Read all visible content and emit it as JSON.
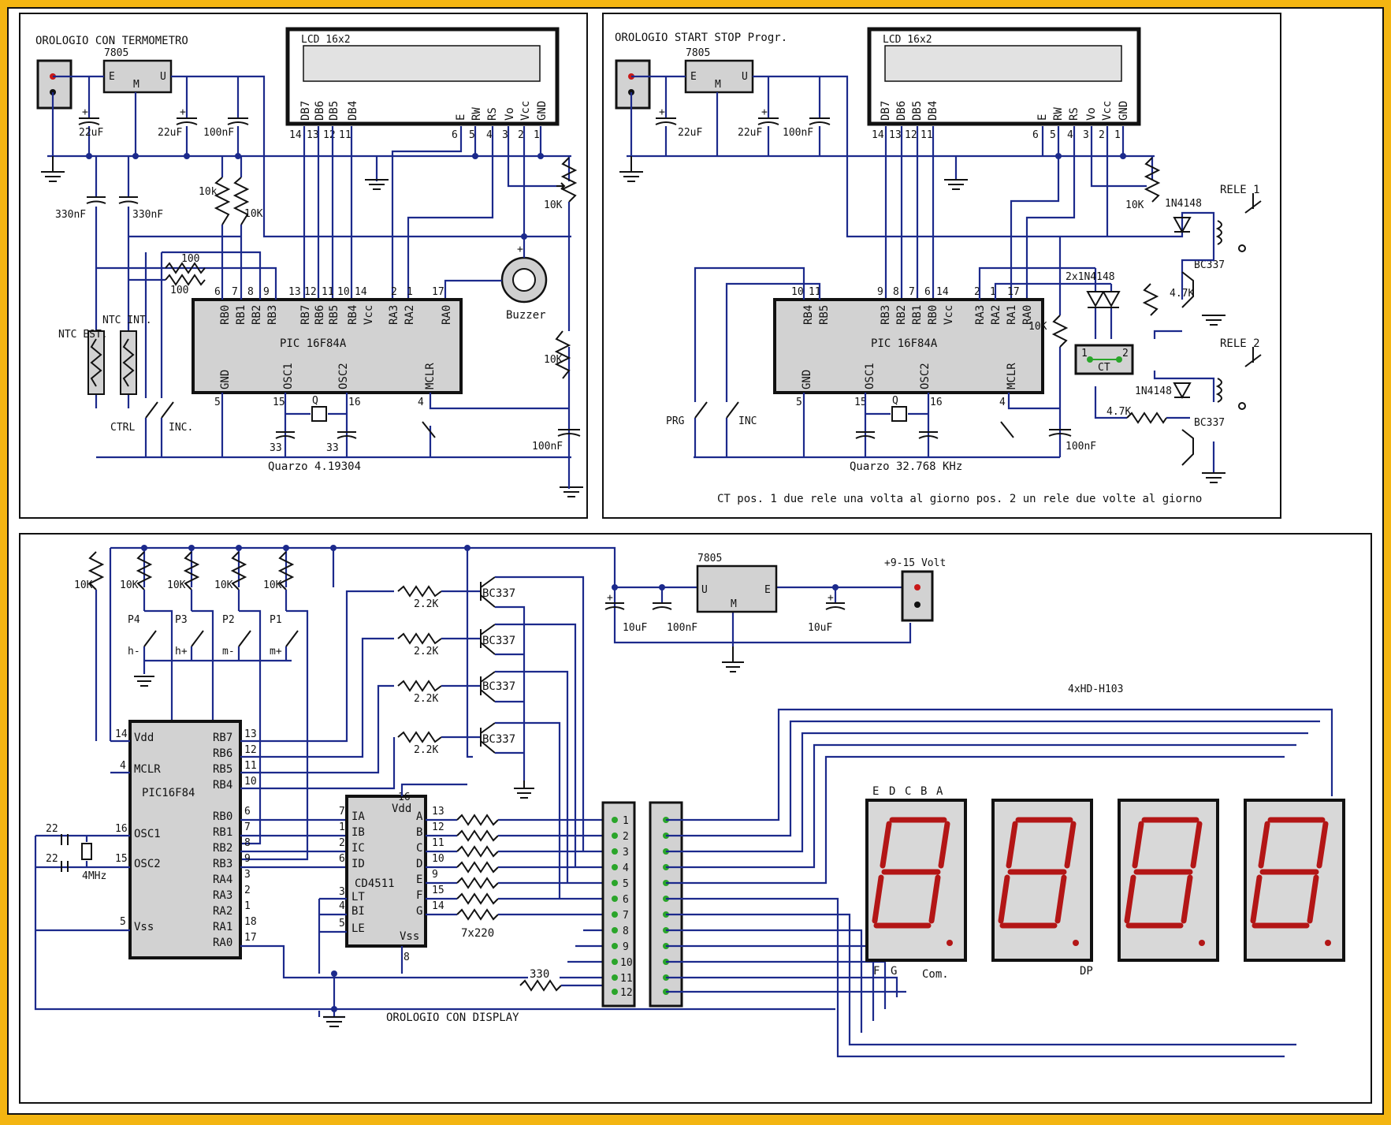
{
  "panels": {
    "thermometer": {
      "title": "OROLOGIO CON TERMOMETRO",
      "regulator": "7805",
      "lcd": "LCD 16x2",
      "lcd_pins": [
        "DB7",
        "DB6",
        "DB5",
        "DB4",
        "E",
        "RW",
        "RS",
        "Vo",
        "Vcc",
        "GND"
      ],
      "lcd_pin_numbers": [
        "14",
        "13",
        "12",
        "11",
        "6",
        "5",
        "4",
        "3",
        "2",
        "1"
      ],
      "pic": "PIC 16F84A",
      "pic_top_pins": [
        "RB0",
        "RB1",
        "RB2",
        "RB3",
        "RB7",
        "RB6",
        "RB5",
        "RB4",
        "Vcc",
        "RA3",
        "RA2",
        "RA0"
      ],
      "pic_top_numbers": [
        "6",
        "7",
        "8",
        "9",
        "13",
        "12",
        "11",
        "10",
        "14",
        "2",
        "1",
        "17"
      ],
      "pic_bottom_pins": [
        "GND",
        "OSC1",
        "OSC2",
        "MCLR"
      ],
      "pic_bottom_numbers": [
        "5",
        "15",
        "16",
        "4"
      ],
      "cap1": "22uF",
      "cap2": "22uF",
      "cap3": "100nF",
      "cap_ntc1": "330nF",
      "cap_ntc2": "330nF",
      "r1": "10k",
      "r2": "10K",
      "r_100a": "100",
      "r_100b": "100",
      "ntc_ext": "NTC EST.",
      "ntc_int": "NTC INT.",
      "sw_ctrl": "CTRL",
      "sw_inc": "INC.",
      "pot": "10K",
      "r_mclr": "10K",
      "cap_mclr": "100nF",
      "crystal_q": "Q",
      "c33a": "33",
      "c33b": "33",
      "crystal": "Quarzo 4.19304",
      "buzzer": "Buzzer"
    },
    "startstop": {
      "title": "OROLOGIO START STOP Progr.",
      "regulator": "7805",
      "lcd": "LCD 16x2",
      "lcd_pins": [
        "DB7",
        "DB6",
        "DB5",
        "DB4",
        "E",
        "RW",
        "RS",
        "Vo",
        "Vcc",
        "GND"
      ],
      "lcd_pin_numbers": [
        "14",
        "13",
        "12",
        "11",
        "6",
        "5",
        "4",
        "3",
        "2",
        "1"
      ],
      "pic": "PIC 16F84A",
      "pic_top_pins": [
        "RB4",
        "RB5",
        "RB3",
        "RB2",
        "RB1",
        "RB0",
        "Vcc",
        "RA3",
        "RA2",
        "RA1",
        "RA0"
      ],
      "pic_top_numbers": [
        "10",
        "11",
        "9",
        "8",
        "7",
        "6",
        "14",
        "2",
        "1",
        "17"
      ],
      "pic_bottom_pins": [
        "GND",
        "OSC1",
        "OSC2",
        "MCLR"
      ],
      "pic_bottom_numbers": [
        "5",
        "15",
        "16",
        "4"
      ],
      "cap1": "22uF",
      "cap2": "22uF",
      "cap3": "100nF",
      "pot": "10K",
      "r_10k": "10K",
      "diodes": "2x1N4148",
      "ct": "CT",
      "ct_pos1": "1",
      "ct_pos2": "2",
      "relay1": "RELE 1",
      "relay2": "RELE 2",
      "diode1": "1N4148",
      "diode2": "1N4148",
      "transistor1": "BC337",
      "transistor2": "BC337",
      "r_4k7a": "4.7K",
      "r_4k7b": "4.7K",
      "sw_prg": "PRG",
      "sw_inc": "INC",
      "cap_mclr": "100nF",
      "crystal_q": "Q",
      "crystal": "Quarzo 32.768 KHz",
      "note": "CT pos. 1 due rele una volta al giorno    pos. 2 un rele due volte al giorno"
    },
    "display": {
      "title": "OROLOGIO CON DISPLAY",
      "regulator": "7805",
      "reg_pins": [
        "U",
        "M",
        "E"
      ],
      "supply": "+9-15 Volt",
      "cap1": "10uF",
      "cap2": "100nF",
      "cap3": "10uF",
      "pullups": [
        "10K",
        "10K",
        "10K",
        "10K",
        "10K"
      ],
      "buttons": [
        "P4",
        "P3",
        "P2",
        "P1"
      ],
      "button_funcs": [
        "h-",
        "h+",
        "m-",
        "m+"
      ],
      "pic": "PIC16F84",
      "pic_left_pins": [
        "Vdd",
        "MCLR",
        "OSC1",
        "OSC2",
        "Vss"
      ],
      "pic_left_numbers": [
        "14",
        "4",
        "16",
        "15",
        "5"
      ],
      "pic_right_pins": [
        "RB7",
        "RB6",
        "RB5",
        "RB4",
        "RB0",
        "RB1",
        "RB2",
        "RB3",
        "RA4",
        "RA3",
        "RA2",
        "RA1",
        "RA0"
      ],
      "pic_right_numbers": [
        "13",
        "12",
        "11",
        "10",
        "6",
        "7",
        "8",
        "9",
        "3",
        "2",
        "1",
        "18",
        "17"
      ],
      "osc_caps": [
        "22",
        "22"
      ],
      "crystal": "4MHz",
      "decoder": "CD4511",
      "decoder_left_pins": [
        "IA",
        "IB",
        "IC",
        "ID",
        "LT",
        "BI",
        "LE"
      ],
      "decoder_left_numbers": [
        "7",
        "1",
        "2",
        "6",
        "3",
        "4",
        "5"
      ],
      "decoder_right_pins": [
        "A",
        "B",
        "C",
        "D",
        "E",
        "F",
        "G"
      ],
      "decoder_right_numbers": [
        "13",
        "12",
        "11",
        "10",
        "9",
        "15",
        "14"
      ],
      "decoder_vdd": "Vdd",
      "decoder_vss": "Vss",
      "decoder_vdd_pin": "16",
      "decoder_vss_pin": "8",
      "transistors": [
        "BC337",
        "BC337",
        "BC337",
        "BC337"
      ],
      "base_resistors": [
        "2.2K",
        "2.2K",
        "2.2K",
        "2.2K"
      ],
      "seg_resistors": "7x220",
      "r_dp": "330",
      "connector_pins": [
        "1",
        "2",
        "3",
        "4",
        "5",
        "6",
        "7",
        "8",
        "9",
        "10",
        "11",
        "12"
      ],
      "display_model": "4xHD-H103",
      "display_top_pins": [
        "E",
        "D",
        "C",
        "B",
        "A"
      ],
      "display_bottom_pins": [
        "F",
        "G",
        "Com."
      ],
      "dp": "DP"
    }
  }
}
